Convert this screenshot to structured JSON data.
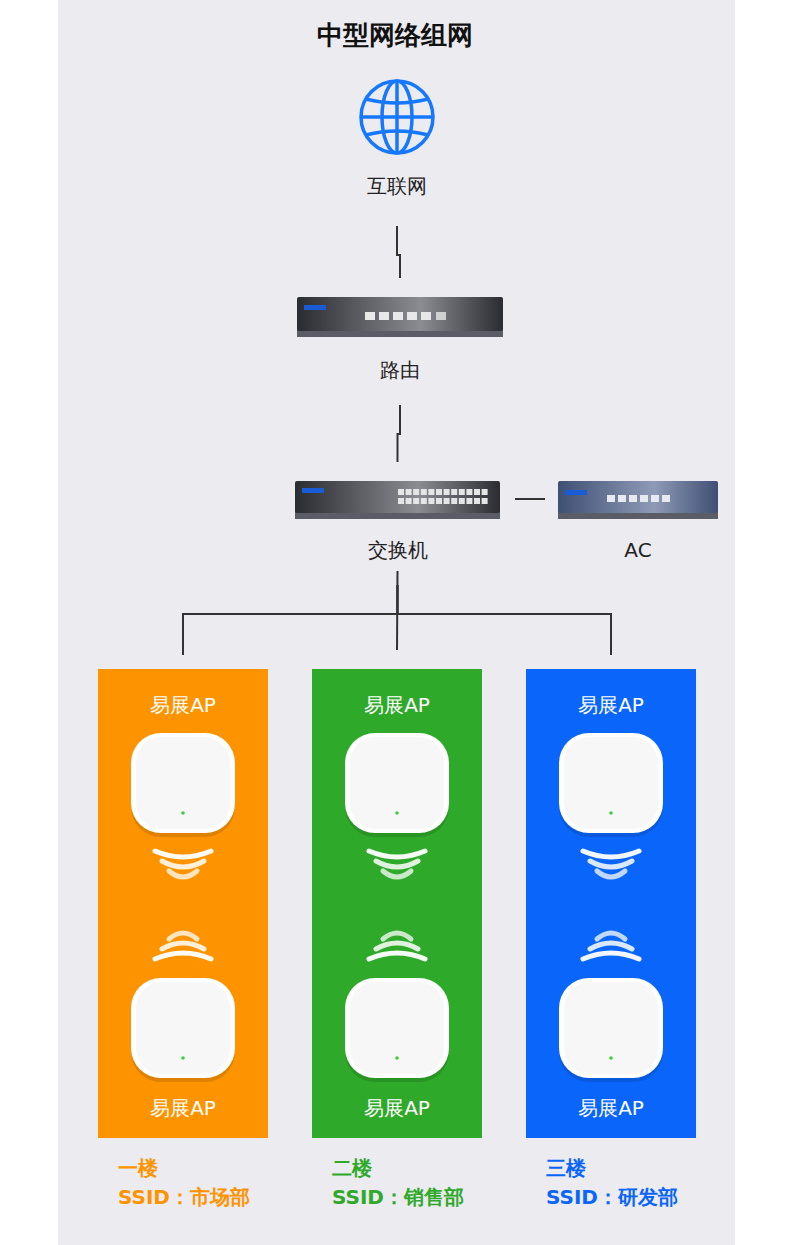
{
  "diagram": {
    "title": "中型网络组网",
    "nodes": [
      {
        "text": [
          "互联网"
        ]
      },
      {
        "text": [
          "路由"
        ]
      },
      {
        "text": [
          "交换机"
        ]
      },
      {
        "text": [
          "AC"
        ]
      },
      {
        "text": [
          "一楼",
          "SSID：市场部"
        ]
      },
      {
        "text": [
          "易展AP"
        ],
        "in": 4
      },
      {
        "text": [
          "易展AP"
        ],
        "in": 4
      },
      {
        "text": [
          "二楼",
          "SSID：销售部"
        ]
      },
      {
        "text": [
          "易展AP"
        ],
        "in": 7
      },
      {
        "text": [
          "易展AP"
        ],
        "in": 7
      },
      {
        "text": [
          "三楼",
          "SSID：研发部"
        ]
      },
      {
        "text": [
          "易展AP"
        ],
        "in": 10
      },
      {
        "text": [
          "易展AP"
        ],
        "in": 10
      }
    ],
    "edges": [
      {
        "from": 0,
        "to": 1,
        "arrow": "none"
      },
      {
        "from": 1,
        "to": 2,
        "arrow": "none"
      },
      {
        "from": 2,
        "to": 3,
        "arrow": "none"
      },
      {
        "from": 2,
        "to": 4,
        "arrow": "none"
      },
      {
        "from": 2,
        "to": 7,
        "arrow": "none"
      },
      {
        "from": 2,
        "to": 10,
        "arrow": "none"
      }
    ]
  }
}
